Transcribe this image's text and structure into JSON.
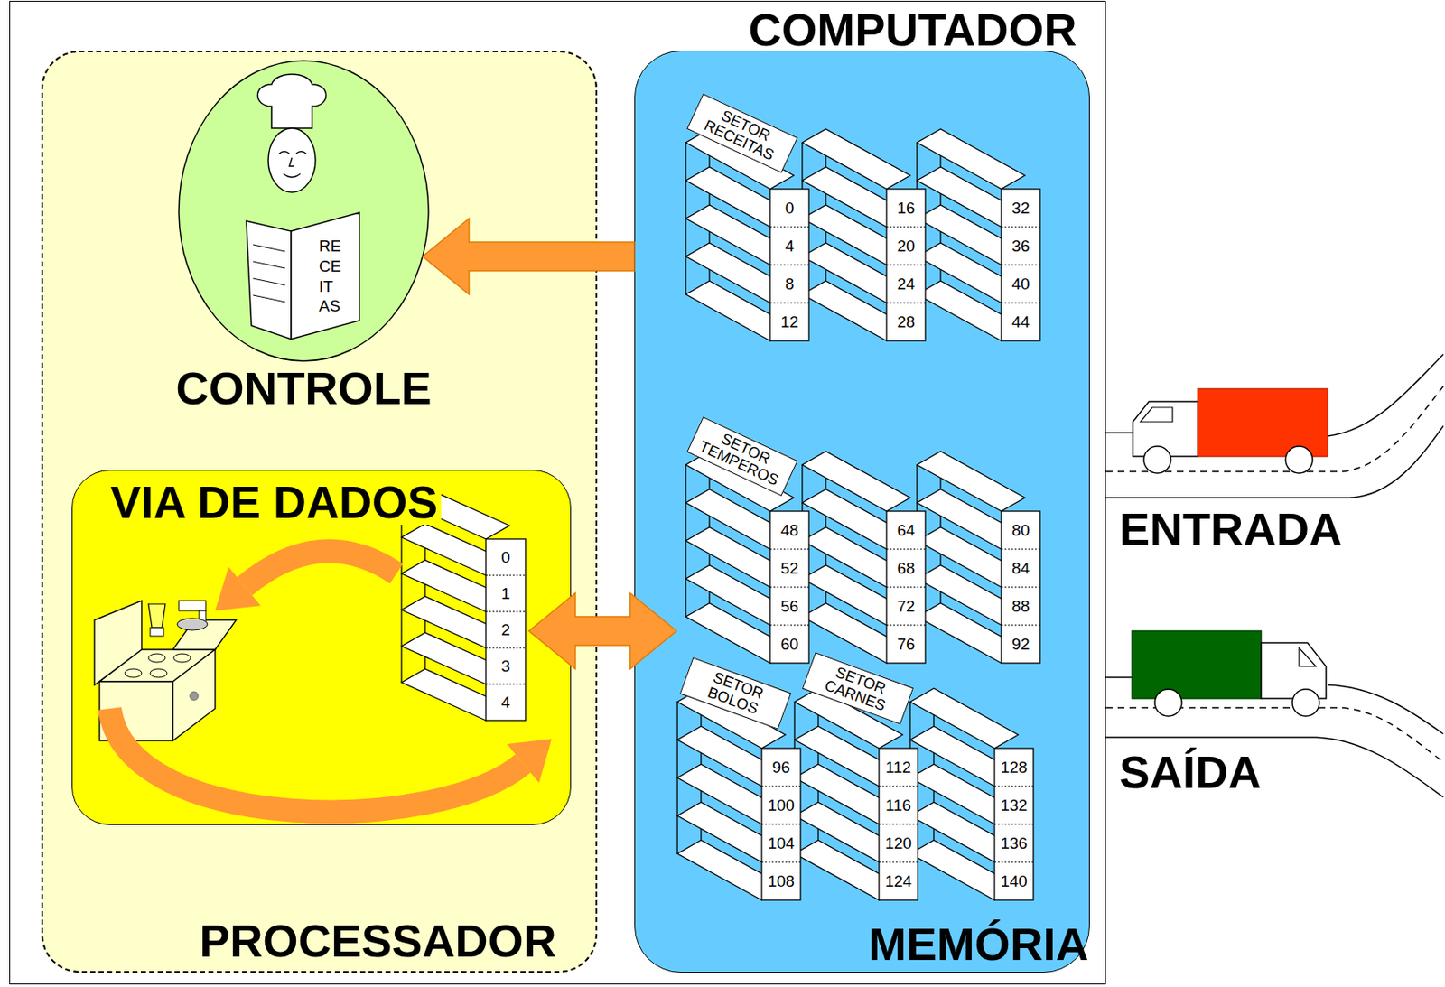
{
  "diagram": {
    "nodes": [
      {
        "text": [
          "COMPUTADOR"
        ]
      },
      {
        "text": [
          "PROCESSADOR"
        ],
        "in": 0
      },
      {
        "text": [
          "CONTROLE"
        ],
        "in": 1
      },
      {
        "text": [
          "VIA DE DADOS"
        ],
        "in": 1
      },
      {
        "text": [
          "MEMÓRIA"
        ],
        "in": 0
      },
      {
        "text": [
          "SETOR RECEITAS"
        ],
        "in": 4
      },
      {
        "text": [
          "SETOR TEMPEROS"
        ],
        "in": 4
      },
      {
        "text": [
          "SETOR BOLOS"
        ],
        "in": 4
      },
      {
        "text": [
          "SETOR CARNES"
        ],
        "in": 4
      }
    ],
    "edges": [
      {
        "from": 4,
        "to": 2,
        "arrow": "to"
      },
      {
        "from": 3,
        "to": 4,
        "arrow": "both"
      }
    ],
    "labels": [
      "RE CE IT AS",
      "0",
      "1",
      "2",
      "3",
      "4",
      "0",
      "4",
      "8",
      "12",
      "16",
      "20",
      "24",
      "28",
      "32",
      "36",
      "40",
      "44",
      "48",
      "52",
      "56",
      "60",
      "64",
      "68",
      "72",
      "76",
      "80",
      "84",
      "88",
      "92",
      "96",
      "100",
      "104",
      "108",
      "112",
      "116",
      "120",
      "124",
      "128",
      "132",
      "136",
      "140",
      "ENTRADA",
      "SAÍDA"
    ]
  }
}
